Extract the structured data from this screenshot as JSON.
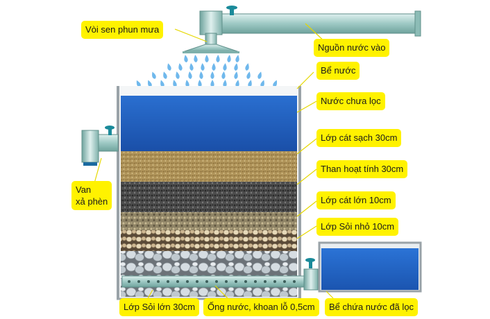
{
  "labels": {
    "shower": "Vòi sen phun mưa",
    "inlet": "Nguồn nước vào",
    "tank": "Bể nước",
    "unfiltered": "Nước chưa lọc",
    "clean_sand": "Lớp cát sạch 30cm",
    "carbon": "Than hoạt tính  30cm",
    "coarse_sand": "Lớp cát lớn 10cm",
    "small_gravel": "Lớp Sỏi nhỏ  10cm",
    "valve_line1": "Van",
    "valve_line2": "xả phèn",
    "large_gravel": "Lớp Sỏi lớn 30cm",
    "pipe": "Ống nước, khoan lỗ 0,5cm",
    "storage": "Bể chứa nước đã lọc"
  },
  "colors": {
    "label_bg": "#fff200",
    "water": "#1f5fc0",
    "pipe": "#9ec9c4",
    "valve": "#1a8a9a",
    "sand": "#b89a58",
    "carbon": "#4a4a4a",
    "coarse_sand": "#8f8466",
    "gravel": "#d8c8a8"
  }
}
